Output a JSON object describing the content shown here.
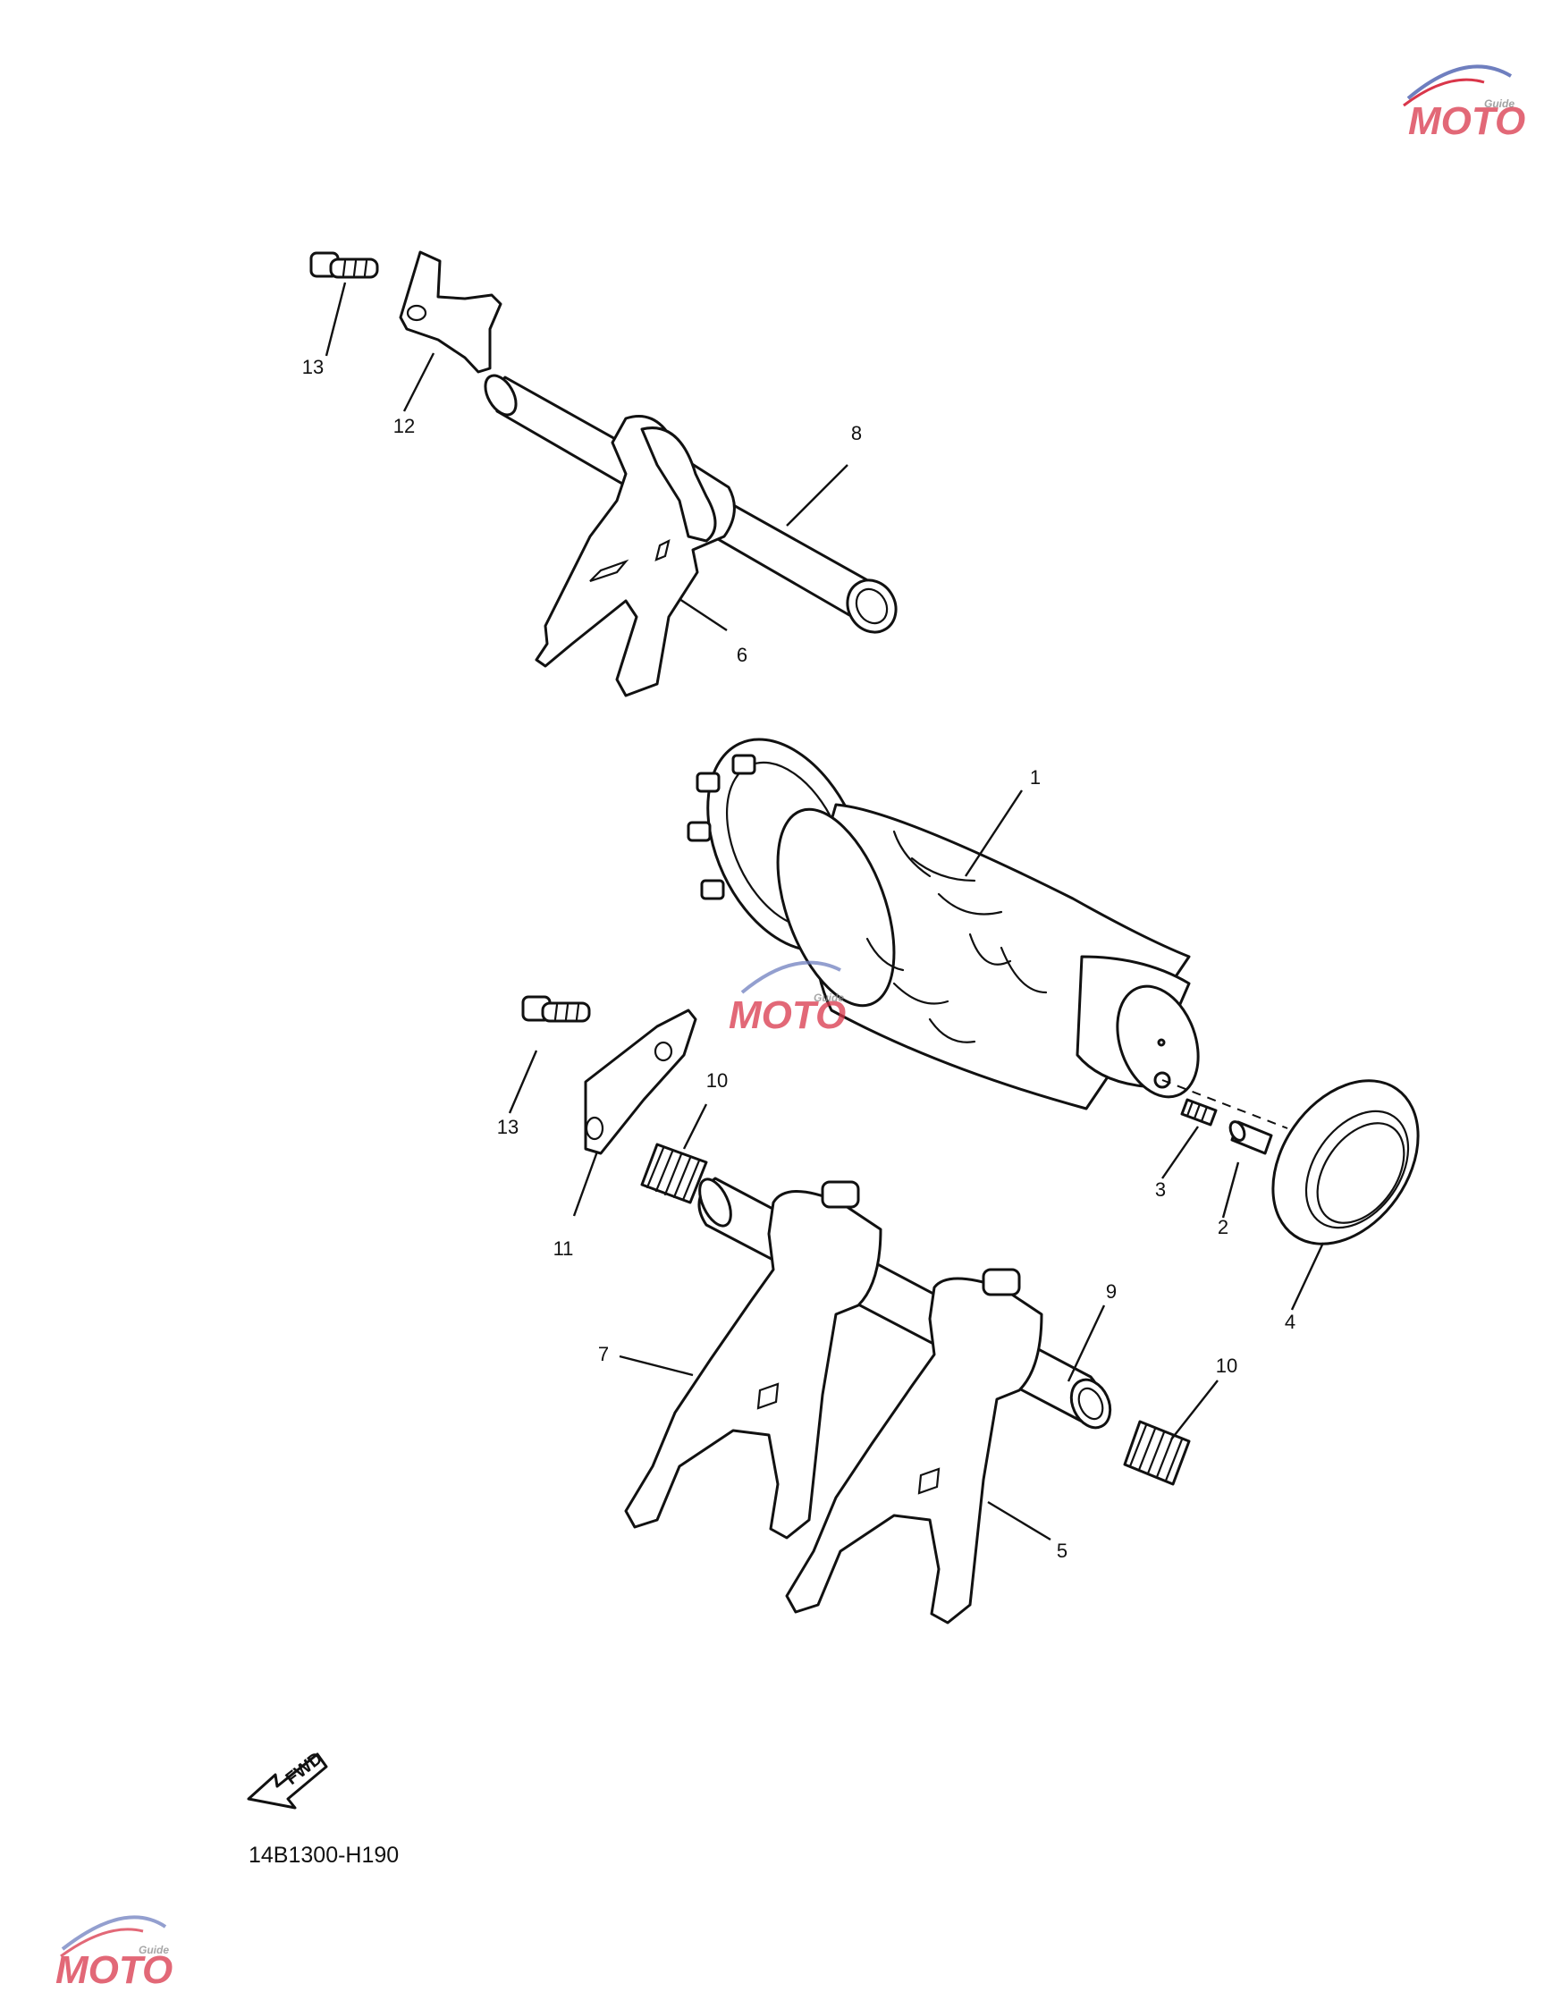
{
  "diagram": {
    "drawing_code": "14B1300-H190",
    "fwd_label": "FWD",
    "callouts": {
      "c1": "1",
      "c2": "2",
      "c3": "3",
      "c4": "4",
      "c5": "5",
      "c6": "6",
      "c7": "7",
      "c8": "8",
      "c9": "9",
      "c10a": "10",
      "c10b": "10",
      "c11": "11",
      "c12": "12",
      "c13a": "13",
      "c13b": "13"
    },
    "watermark": {
      "text": "MOTO",
      "subtext": "Guide",
      "colors": {
        "red": "#d9364a",
        "blue": "#6f7fbf",
        "grey": "#8a8a8a"
      }
    }
  }
}
